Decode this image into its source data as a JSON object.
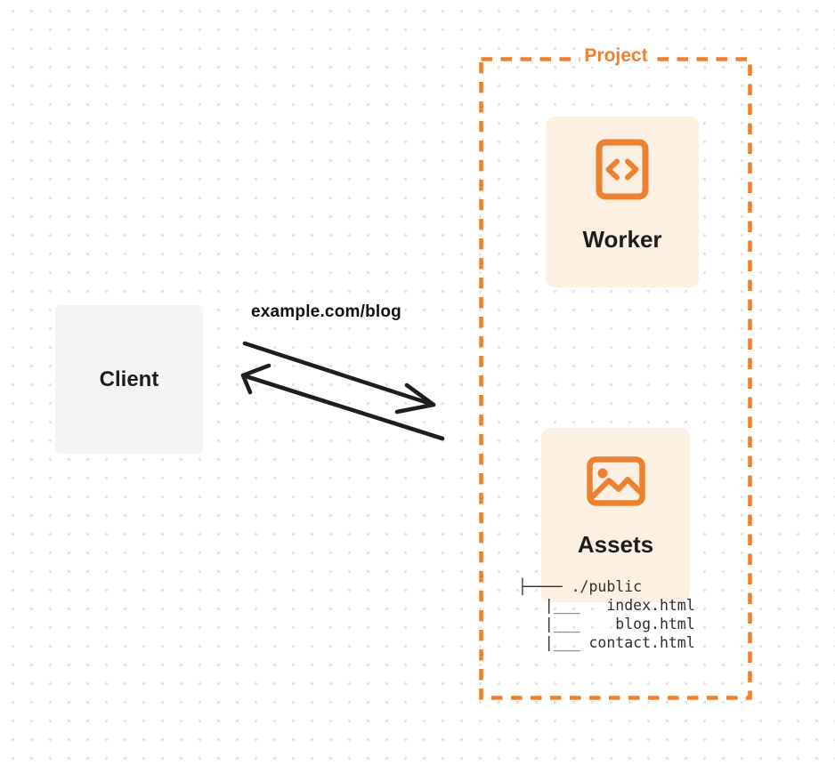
{
  "colors": {
    "accent_orange": "#ee8130",
    "card_background": "#fbf0e2",
    "client_background": "#f4f4f5",
    "arrow_color": "#1e1e1e",
    "dot_grid": "#e3e3e3",
    "label_text": "#1d1d1f"
  },
  "client": {
    "label": "Client"
  },
  "request": {
    "url_label": "example.com/blog"
  },
  "project": {
    "label": "Project",
    "worker": {
      "label": "Worker",
      "icon": "code-document-icon"
    },
    "assets": {
      "label": "Assets",
      "icon": "image-icon"
    },
    "file_tree": {
      "root": "./public",
      "files": [
        "index.html",
        "blog.html",
        "contact.html"
      ],
      "lines": [
        "├──── ./public",
        "   |___   index.html",
        "   |___    blog.html",
        "   |___ contact.html"
      ]
    }
  }
}
